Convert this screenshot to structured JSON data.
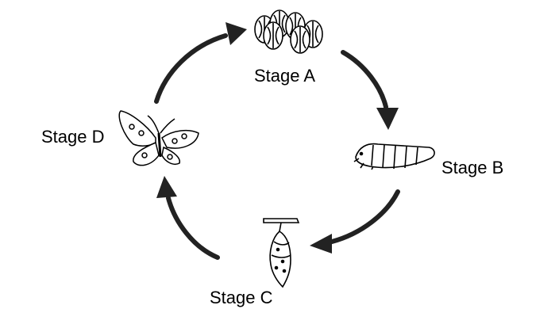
{
  "diagram": {
    "title": "",
    "stages": [
      {
        "id": "A",
        "label": "Stage A",
        "icon": "eggs-icon"
      },
      {
        "id": "B",
        "label": "Stage B",
        "icon": "caterpillar-icon"
      },
      {
        "id": "C",
        "label": "Stage C",
        "icon": "chrysalis-icon"
      },
      {
        "id": "D",
        "label": "Stage D",
        "icon": "butterfly-icon"
      }
    ],
    "cycle_direction": "clockwise",
    "arrow_color": "#222222",
    "line_color": "#000000"
  }
}
